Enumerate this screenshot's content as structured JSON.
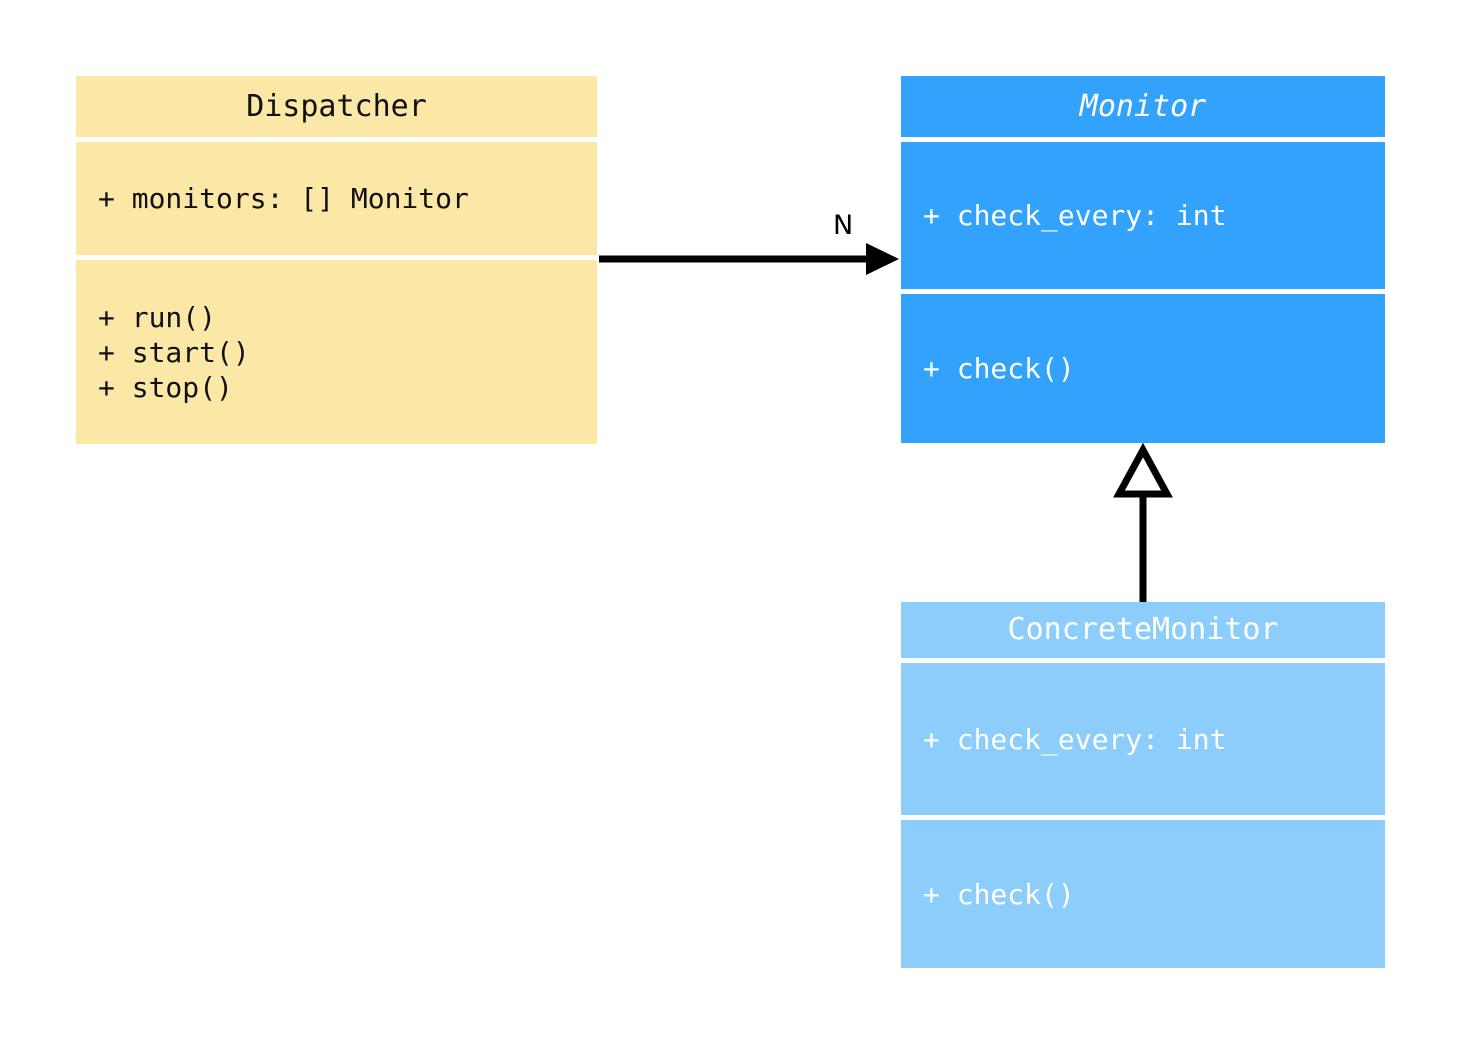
{
  "diagram": {
    "type": "uml-class-diagram",
    "background": "#ffffff"
  },
  "classes": [
    {
      "id": "dispatcher",
      "name": "Dispatcher",
      "abstract": false,
      "fill": "#fce8a6",
      "text_color": "#111111",
      "attributes": [
        "+ monitors: [] Monitor"
      ],
      "methods": [
        "+ run()",
        "+ start()",
        "+ stop()"
      ]
    },
    {
      "id": "monitor",
      "name": "Monitor",
      "abstract": true,
      "fill": "#33a2fc",
      "text_color": "#ffffff",
      "attributes": [
        "+ check_every: int"
      ],
      "methods": [
        "+ check()"
      ]
    },
    {
      "id": "concrete_monitor",
      "name": "ConcreteMonitor",
      "abstract": false,
      "fill": "#8ccdfc",
      "text_color": "#ffffff",
      "attributes": [
        "+ check_every: int"
      ],
      "methods": [
        "+ check()"
      ]
    }
  ],
  "relationships": [
    {
      "id": "dispatcher-to-monitor",
      "kind": "association",
      "from": "Dispatcher",
      "to": "Monitor",
      "arrowhead": "filled-arrow",
      "label": "N",
      "stroke": "#000000"
    },
    {
      "id": "concrete-to-monitor",
      "kind": "generalization",
      "from": "ConcreteMonitor",
      "to": "Monitor",
      "arrowhead": "hollow-triangle",
      "label": "",
      "stroke": "#000000"
    }
  ]
}
